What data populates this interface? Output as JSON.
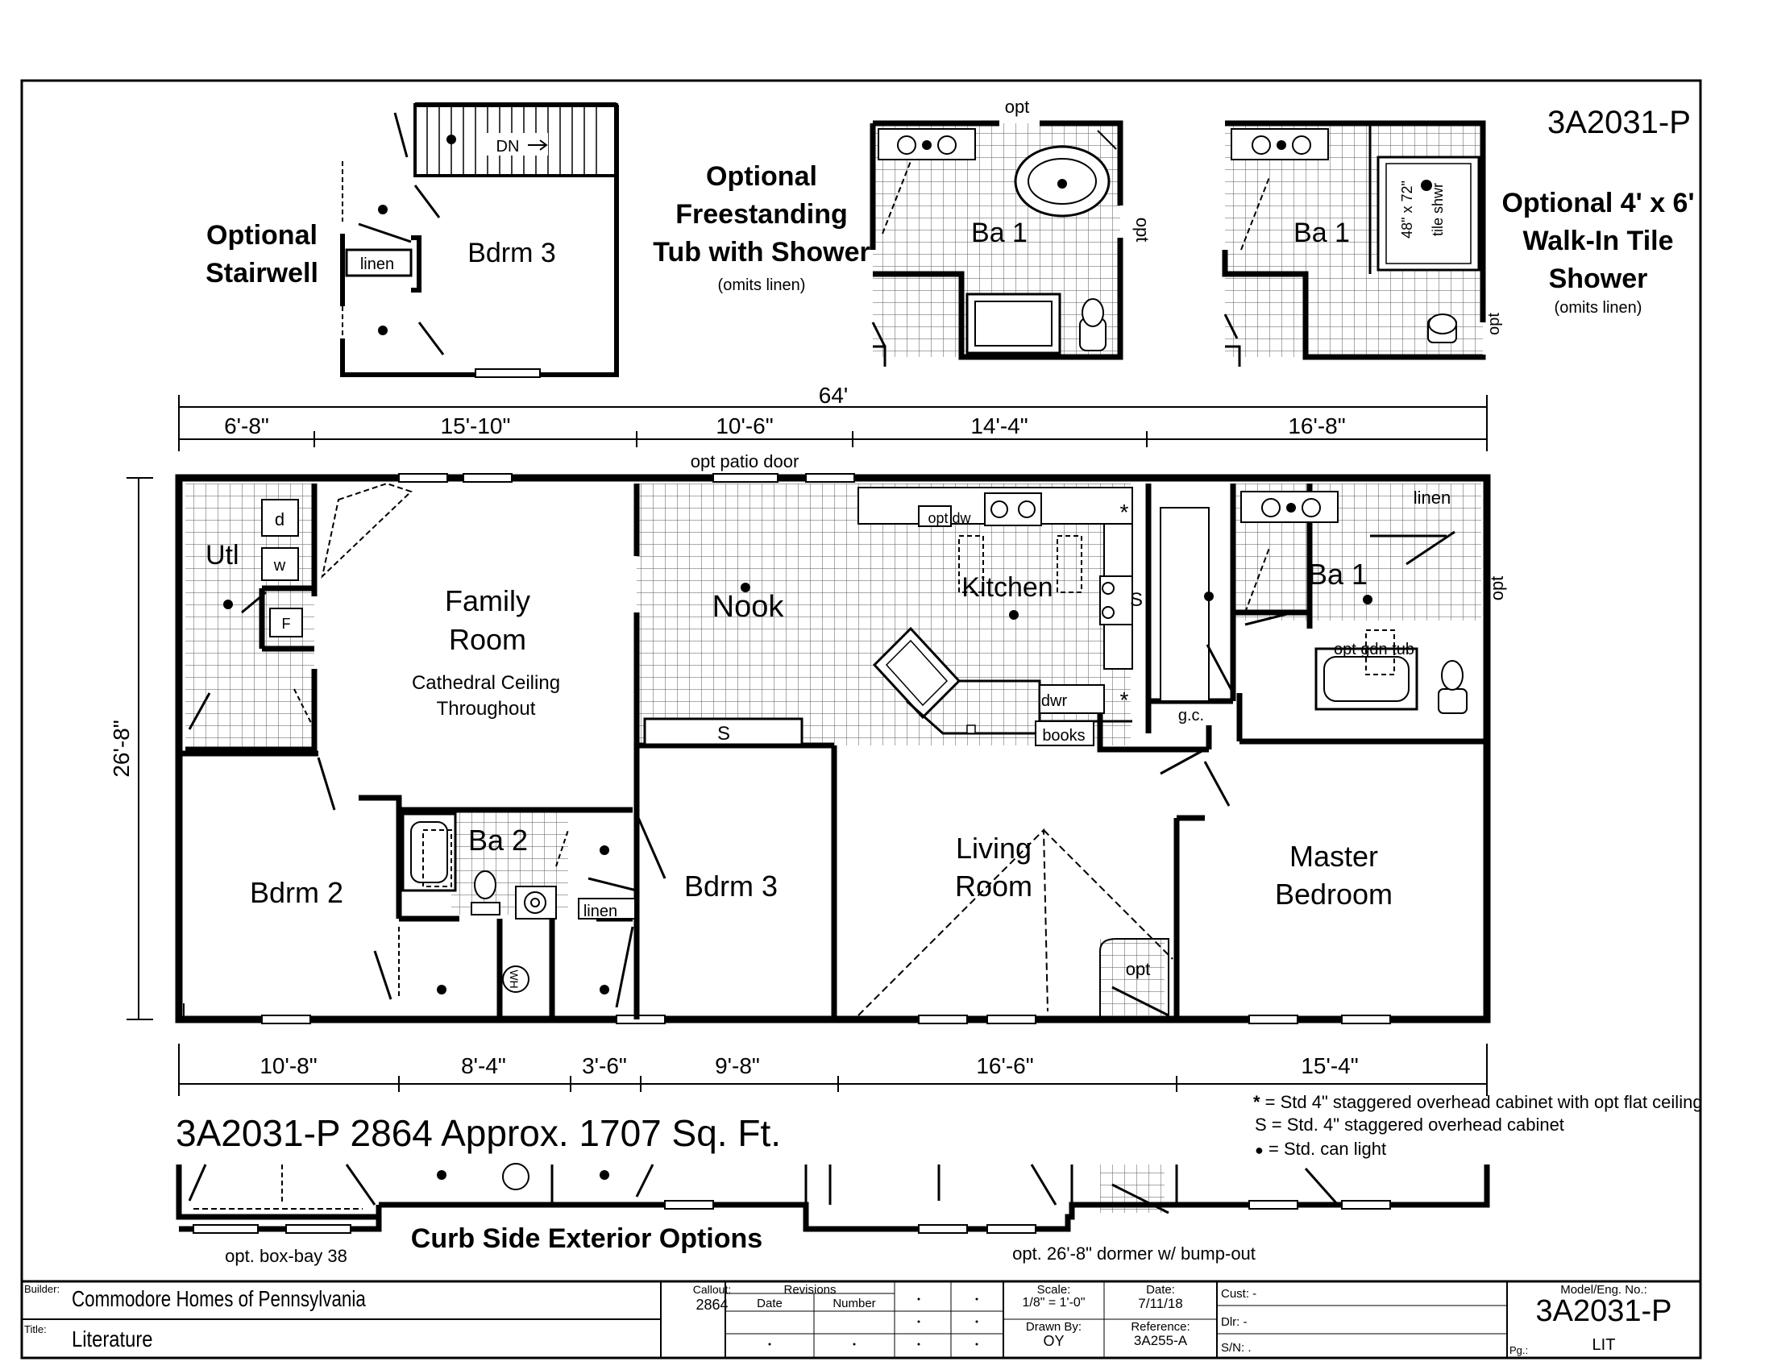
{
  "model_header": "3A2031-P",
  "options": {
    "stairwell": {
      "title_line1": "Optional",
      "title_line2": "Stairwell",
      "room": "Bdrm 3",
      "linen": "linen",
      "stair": "DN"
    },
    "tub": {
      "title_line1": "Optional",
      "title_line2": "Freestanding",
      "title_line3": "Tub with Shower",
      "note": "(omits linen)",
      "room": "Ba 1",
      "opt_top": "opt",
      "opt_side": "opt"
    },
    "shower": {
      "title_line1": "Optional 4' x 6'",
      "title_line2": "Walk-In Tile",
      "title_line3": "Shower",
      "note": "(omits linen)",
      "room": "Ba 1",
      "shower_size": "48\" x 72\"",
      "shower_label": "tile shwr",
      "opt_side": "opt"
    }
  },
  "dimensions": {
    "overall": "64'",
    "top": [
      "6'-8\"",
      "15'-10\"",
      "10'-6\"",
      "14'-4\"",
      "16'-8\""
    ],
    "bottom": [
      "10'-8\"",
      "8'-4\"",
      "3'-6\"",
      "9'-8\"",
      "16'-6\"",
      "15'-4\""
    ],
    "side": "26'-8\""
  },
  "rooms": {
    "utl": "Utl",
    "family_line1": "Family",
    "family_line2": "Room",
    "family_note1": "Cathedral Ceiling",
    "family_note2": "Throughout",
    "nook": "Nook",
    "kitchen": "Kitchen",
    "ba1": "Ba 1",
    "ba2": "Ba 2",
    "bdrm2": "Bdrm 2",
    "bdrm3": "Bdrm 3",
    "living_line1": "Living",
    "living_line2": "Room",
    "master_line1": "Master",
    "master_line2": "Bedroom"
  },
  "labels": {
    "opt_patio_door": "opt patio door",
    "opt_dw": "opt dw",
    "dwr": "dwr",
    "books": "books",
    "gc": "g.c.",
    "linen": "linen",
    "linen2": "linen",
    "opt_gdn_tub": "opt gdn tub",
    "opt_side": "opt",
    "opt_living": "opt",
    "d": "d",
    "w": "w",
    "f": "F",
    "s": "S",
    "star": "*",
    "wh": "WH"
  },
  "model_line": "3A2031-P 2864  Approx. 1707 Sq. Ft.",
  "legend": [
    {
      "symbol": "*",
      "text": " = Std 4\" staggered overhead cabinet with opt flat ceiling"
    },
    {
      "symbol": "S",
      "text": " = Std. 4\" staggered overhead cabinet"
    },
    {
      "symbol": "●",
      "text": " = Std. can light"
    }
  ],
  "exterior": {
    "title": "Curb Side Exterior Options",
    "bay": "opt. box-bay 38",
    "dormer": "opt. 26'-8\" dormer w/ bump-out"
  },
  "title_block": {
    "builder_label": "Builder:",
    "builder": "Commodore Homes of Pennsylvania",
    "title_label": "Title:",
    "title": "Literature",
    "callout_label": "Callout:",
    "callout": "2864",
    "revisions_label": "Revisions",
    "date_col": "Date",
    "number_col": "Number",
    "scale_label": "Scale:",
    "scale": "1/8\" = 1'-0\"",
    "date_label": "Date:",
    "date": "7/11/18",
    "drawn_label": "Drawn By:",
    "drawn": "OY",
    "reference_label": "Reference:",
    "reference": "3A255-A",
    "cust": "Cust: -",
    "dlr": "Dlr:   -",
    "sn": "S/N:   .",
    "model_label": "Model/Eng. No.:",
    "model": "3A2031-P",
    "pg_label": "Pg.:",
    "pg": "LIT"
  }
}
